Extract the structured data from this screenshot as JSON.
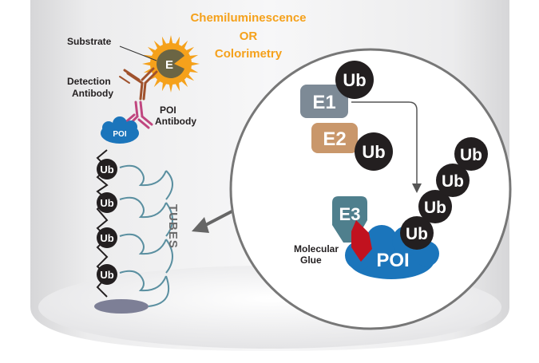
{
  "readout": {
    "line1": "Chemiluminescence",
    "line2": "OR",
    "line3": "Colorimetry"
  },
  "labels": {
    "substrate": "Substrate",
    "detection_line1": "Detection",
    "detection_line2": "Antibody",
    "poi_antibody_line1": "POI",
    "poi_antibody_line2": "Antibody",
    "tubes": "TUBES",
    "molecular_glue_line1": "Molecular",
    "molecular_glue_line2": "Glue"
  },
  "enzyme": {
    "letter": "E"
  },
  "small_poi": "POI",
  "chain_ub": [
    "Ub",
    "Ub",
    "Ub",
    "Ub"
  ],
  "zoom": {
    "e1": "E1",
    "e2": "E2",
    "e3": "E3",
    "poi": "POI",
    "ub_on_e1": "Ub",
    "ub_on_e2": "Ub",
    "ub_chain": [
      "Ub",
      "Ub",
      "Ub",
      "Ub"
    ]
  },
  "colors": {
    "orange": "#f5a11b",
    "ub_black": "#231f20",
    "poi_blue": "#1b75bb",
    "e1_slate": "#7d8a96",
    "e2_tan": "#c9976b",
    "e3_teal": "#4f7f8d",
    "glue_red": "#c1121f",
    "detection_brown": "#a0522d",
    "poi_ab_pink": "#c0467f",
    "tube_teal": "#5a8fa0"
  }
}
